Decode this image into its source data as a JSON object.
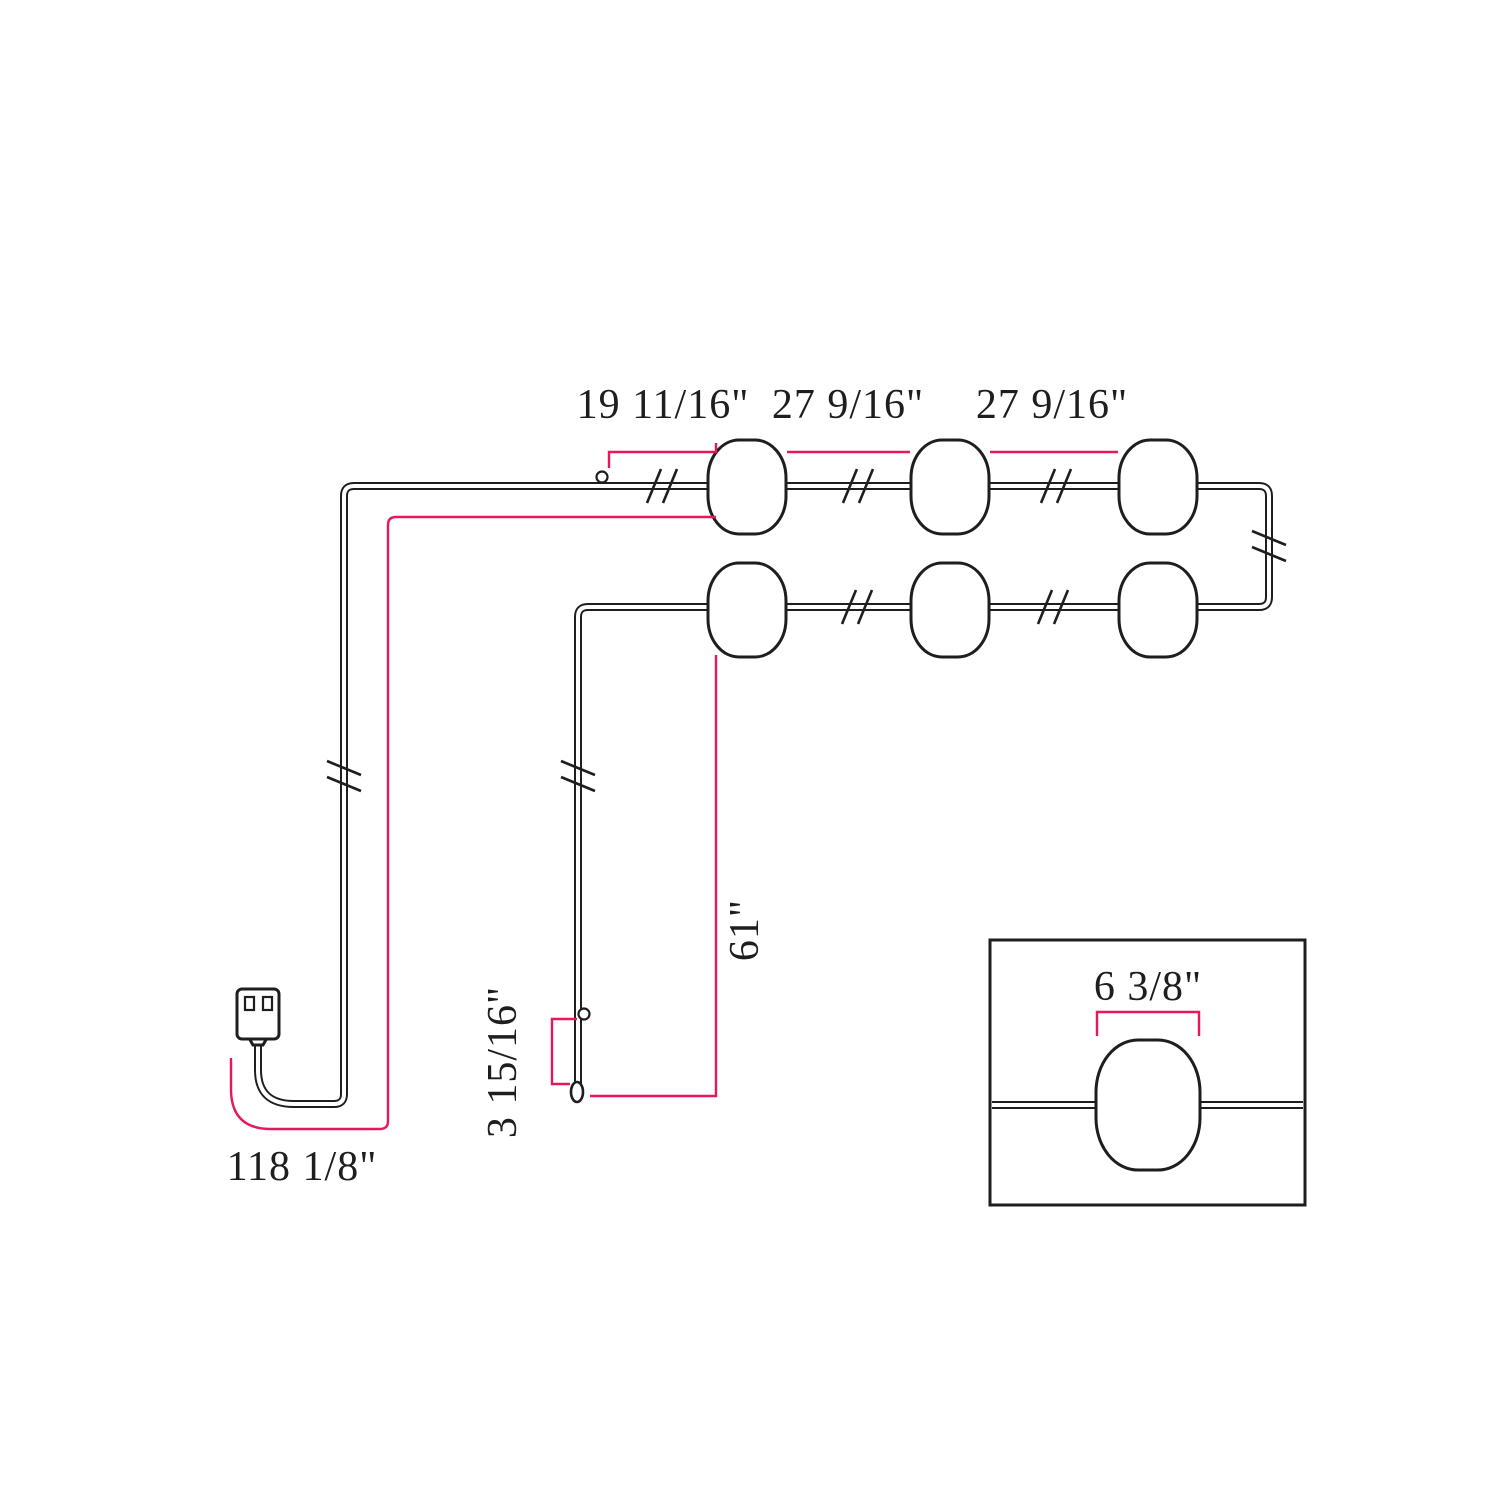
{
  "colors": {
    "line": "#1f1d1e",
    "accent": "#e8175d",
    "paper": "#ffffff"
  },
  "labels": {
    "segment_1": "19 11/16\"",
    "segment_2": "27 9/16\"",
    "segment_3": "27 9/16\"",
    "cord_length": "118 1/8\"",
    "drop_length": "61\"",
    "end_offset": "3 15/16\"",
    "shade_width": "6 3/8\""
  }
}
